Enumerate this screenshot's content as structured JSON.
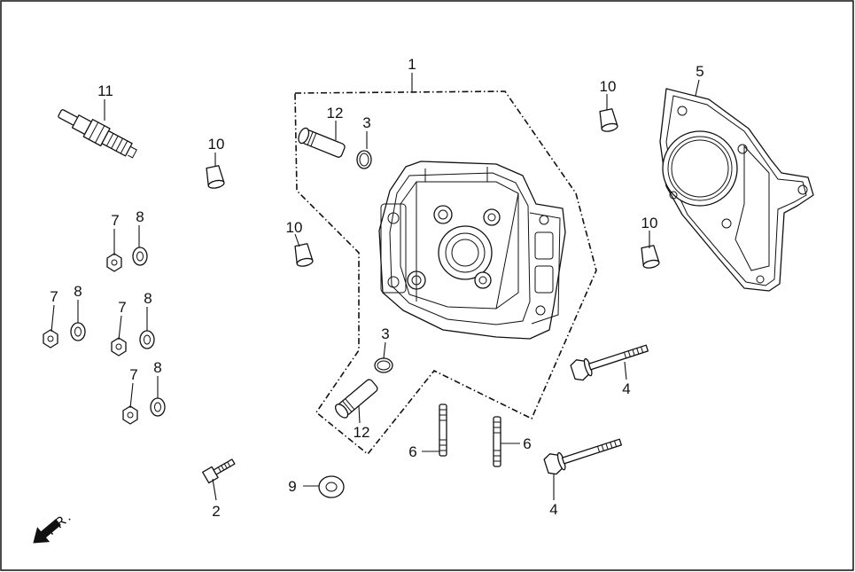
{
  "diagram": {
    "callouts": {
      "c1": "1",
      "c2": "2",
      "c3a": "3",
      "c3b": "3",
      "c4a": "4",
      "c4b": "4",
      "c5": "5",
      "c6a": "6",
      "c6b": "6",
      "c7a": "7",
      "c7b": "7",
      "c7c": "7",
      "c7d": "7",
      "c8a": "8",
      "c8b": "8",
      "c8c": "8",
      "c8d": "8",
      "c9": "9",
      "c10a": "10",
      "c10b": "10",
      "c10c": "10",
      "c10d": "10",
      "c11": "11",
      "c12a": "12",
      "c12b": "12"
    },
    "direction_label": "FR."
  }
}
